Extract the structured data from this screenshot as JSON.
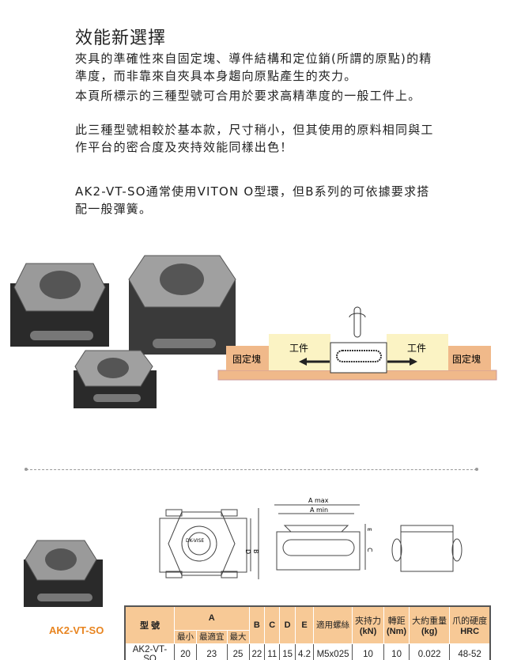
{
  "title": "效能新選擇",
  "paragraphs": [
    "夾具的準確性來自固定塊、導件結構和定位銷(所謂的原點)的精準度，而非靠來自夾具本身趨向原點產生的夾力。",
    "本頁所標示的三種型號可合用於要求高精準度的一般工件上。",
    "此三種型號相較於基本款，尺寸稍小，但其使用的原料相同與工作平台的密合度及夾持效能同樣出色！",
    "AK2-VT-SO通常使用VITON O型環，但B系列的可依據要求搭配一般彈簧。"
  ],
  "diagram": {
    "fixed_block": "固定塊",
    "workpiece": "工件"
  },
  "drawing": {
    "brand": "DK-VISE",
    "a_max": "A max",
    "a_min": "A min",
    "b": "B",
    "c": "C",
    "d": "D",
    "e": "E"
  },
  "model_label": "AK2-VT-SO",
  "table": {
    "headers": {
      "model": "型 號",
      "a": "A",
      "a_min": "最小",
      "a_opt": "最適宜",
      "a_max": "最大",
      "b": "B",
      "c": "C",
      "d": "D",
      "e": "E",
      "screw": "適用螺絲",
      "force": "夾持力",
      "force_unit": "(kN)",
      "torque": "轉距",
      "torque_unit": "(Nm)",
      "weight": "大約重量",
      "weight_unit": "(kg)",
      "hardness": "爪的硬度",
      "hardness_unit": "HRC"
    },
    "row": {
      "model": "AK2-VT-SO",
      "a_min": "20",
      "a_opt": "23",
      "a_max": "25",
      "b": "22",
      "c": "11",
      "d": "15",
      "e": "4.2",
      "screw": "M5x025",
      "force": "10",
      "torque": "10",
      "weight": "0.022",
      "hardness": "48-52"
    }
  },
  "colors": {
    "accent": "#e8841f",
    "header_bg": "#f7c996",
    "block": "#f0b98a",
    "workpiece": "#fbf3c4"
  }
}
